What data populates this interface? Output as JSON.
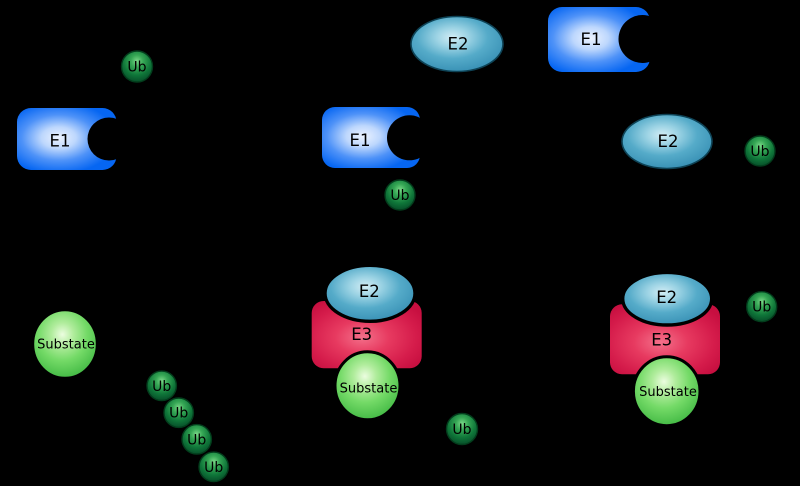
{
  "colors": {
    "background": "#000000",
    "e1": "#0b6af0",
    "e2": "#3b93b8",
    "e3": "#cb1342",
    "ub": "#07542a",
    "substrate": "#48bd48"
  },
  "diagram": {
    "top": {
      "free_ub": "Ub",
      "e1_left": "E1",
      "free_e2": "E2",
      "e1_middle": "E1",
      "e1_bound_ub": "Ub",
      "e1_right": "E1",
      "e2_right": "E2",
      "e2_bound_ub": "Ub"
    },
    "bottom": {
      "free_substrate": "Substate",
      "ub_chain": [
        "Ub",
        "Ub",
        "Ub",
        "Ub"
      ],
      "middle_complex": {
        "e2": "E2",
        "e3": "E3",
        "substrate": "Substate"
      },
      "free_ub": "Ub",
      "right_complex": {
        "e2": "E2",
        "e3": "E3",
        "substrate": "Substate",
        "ub": "Ub"
      }
    }
  }
}
